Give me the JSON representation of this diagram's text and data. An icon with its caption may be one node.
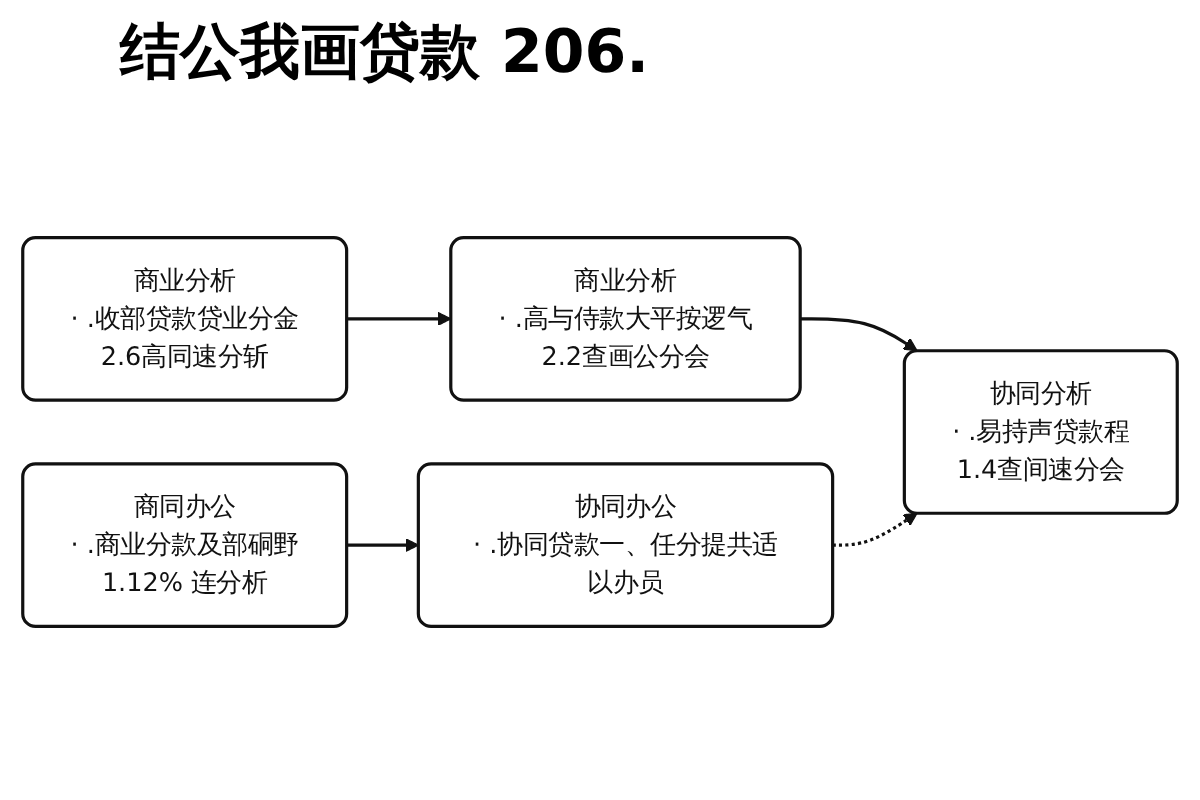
{
  "diagram": {
    "title": "结公我画贷款 206.",
    "nodes": [
      {
        "text": [
          "商业分析",
          "· .收部贷款贷业分金",
          "2.6高同速分斩"
        ]
      },
      {
        "text": [
          "商业分析",
          "· .高与侍款大平按逻气",
          "2.2查画公分会"
        ]
      },
      {
        "text": [
          "协同分析",
          "· .易持声贷款程",
          "1.4查间速分会"
        ]
      },
      {
        "text": [
          "商同办公",
          "· .商业分款及部硐野",
          "1.12% 连分析"
        ]
      },
      {
        "text": [
          "协同办公",
          "· .协同贷款一、任分提共适以办员"
        ]
      }
    ],
    "edges": [
      {
        "from": 0,
        "to": 1,
        "arrow": "to"
      },
      {
        "from": 1,
        "to": 2,
        "arrow": "to"
      },
      {
        "from": 3,
        "to": 4,
        "arrow": "to"
      },
      {
        "from": 4,
        "to": 2,
        "arrow": "to",
        "style": "dashed"
      }
    ]
  }
}
